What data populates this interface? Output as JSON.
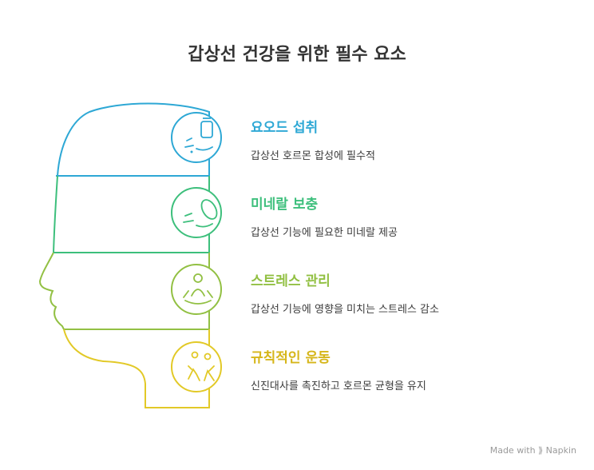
{
  "title": "갑상선 건강을 위한 필수 요소",
  "items": [
    {
      "title": "요오드 섭취",
      "desc": "갑상선 호르몬 합성에 필수적",
      "color": "#2ea8d5",
      "icon": "milk-icon"
    },
    {
      "title": "미네랄 보충",
      "desc": "갑상선 기능에 필요한 미네랄 제공",
      "color": "#3dbf7c",
      "icon": "nut-icon"
    },
    {
      "title": "스트레스 관리",
      "desc": "갑상선 기능에 영향을 미치는 스트레스 감소",
      "color": "#92c043",
      "icon": "meditation-icon"
    },
    {
      "title": "규칙적인 운동",
      "desc": "신진대사를 촉진하고 호르몬 균형을 유지",
      "color": "#e2c927",
      "icon": "hiking-icon"
    }
  ],
  "watermark": "Made with ⟫ Napkin"
}
